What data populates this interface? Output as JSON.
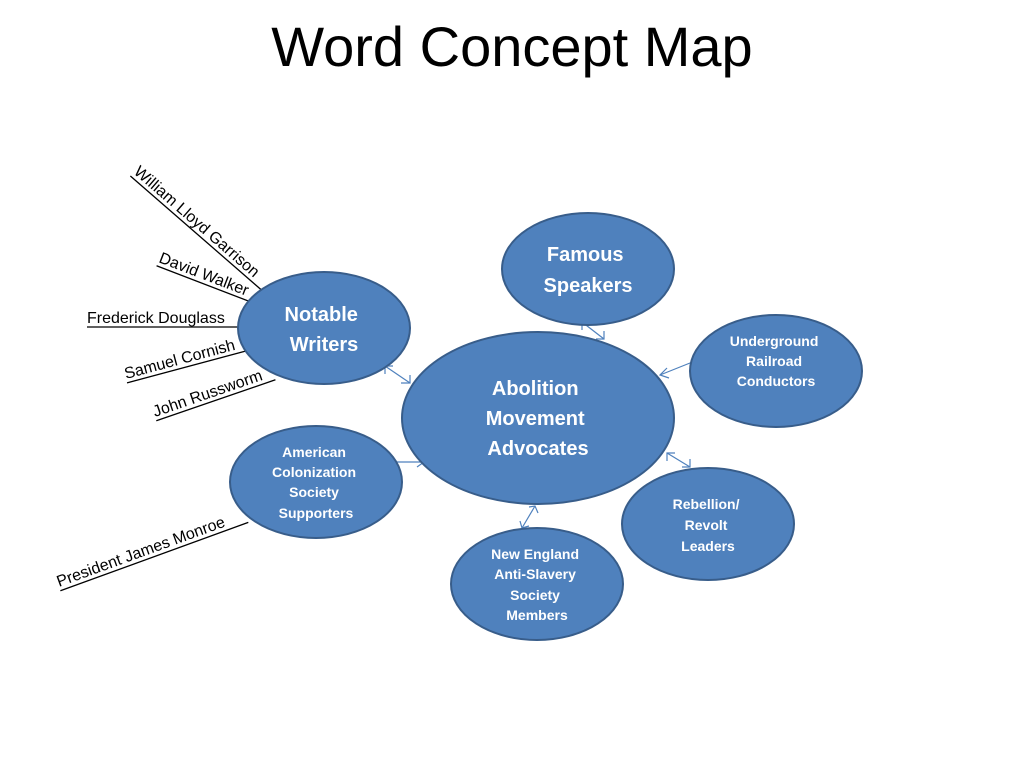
{
  "title": "Word Concept Map",
  "colors": {
    "node_fill": "#4f81bd",
    "node_stroke": "#385d8a",
    "connector": "#4f81bd",
    "node_text": "#ffffff"
  },
  "center": {
    "lines": [
      "Abolition",
      "Movement",
      "Advocates"
    ]
  },
  "nodes": {
    "famous_speakers": {
      "lines": [
        "Famous",
        "Speakers"
      ]
    },
    "notable_writers": {
      "lines": [
        "Notable",
        "Writers"
      ]
    },
    "underground_railroad": {
      "lines": [
        "Underground",
        "Railroad",
        "Conductors"
      ]
    },
    "acs_supporters": {
      "lines": [
        "American",
        "Colonization",
        "Society",
        "Supporters"
      ]
    },
    "rebellion_leaders": {
      "lines": [
        "Rebellion/",
        "Revolt",
        "Leaders"
      ]
    },
    "new_england": {
      "lines": [
        "New England",
        "Anti-Slavery",
        "Society",
        "Members"
      ]
    }
  },
  "writers": [
    "William Lloyd Garrison",
    "David Walker",
    "Frederick Douglass",
    "Samuel Cornish",
    "John Russworm"
  ],
  "acs_people": [
    "President James Monroe"
  ]
}
